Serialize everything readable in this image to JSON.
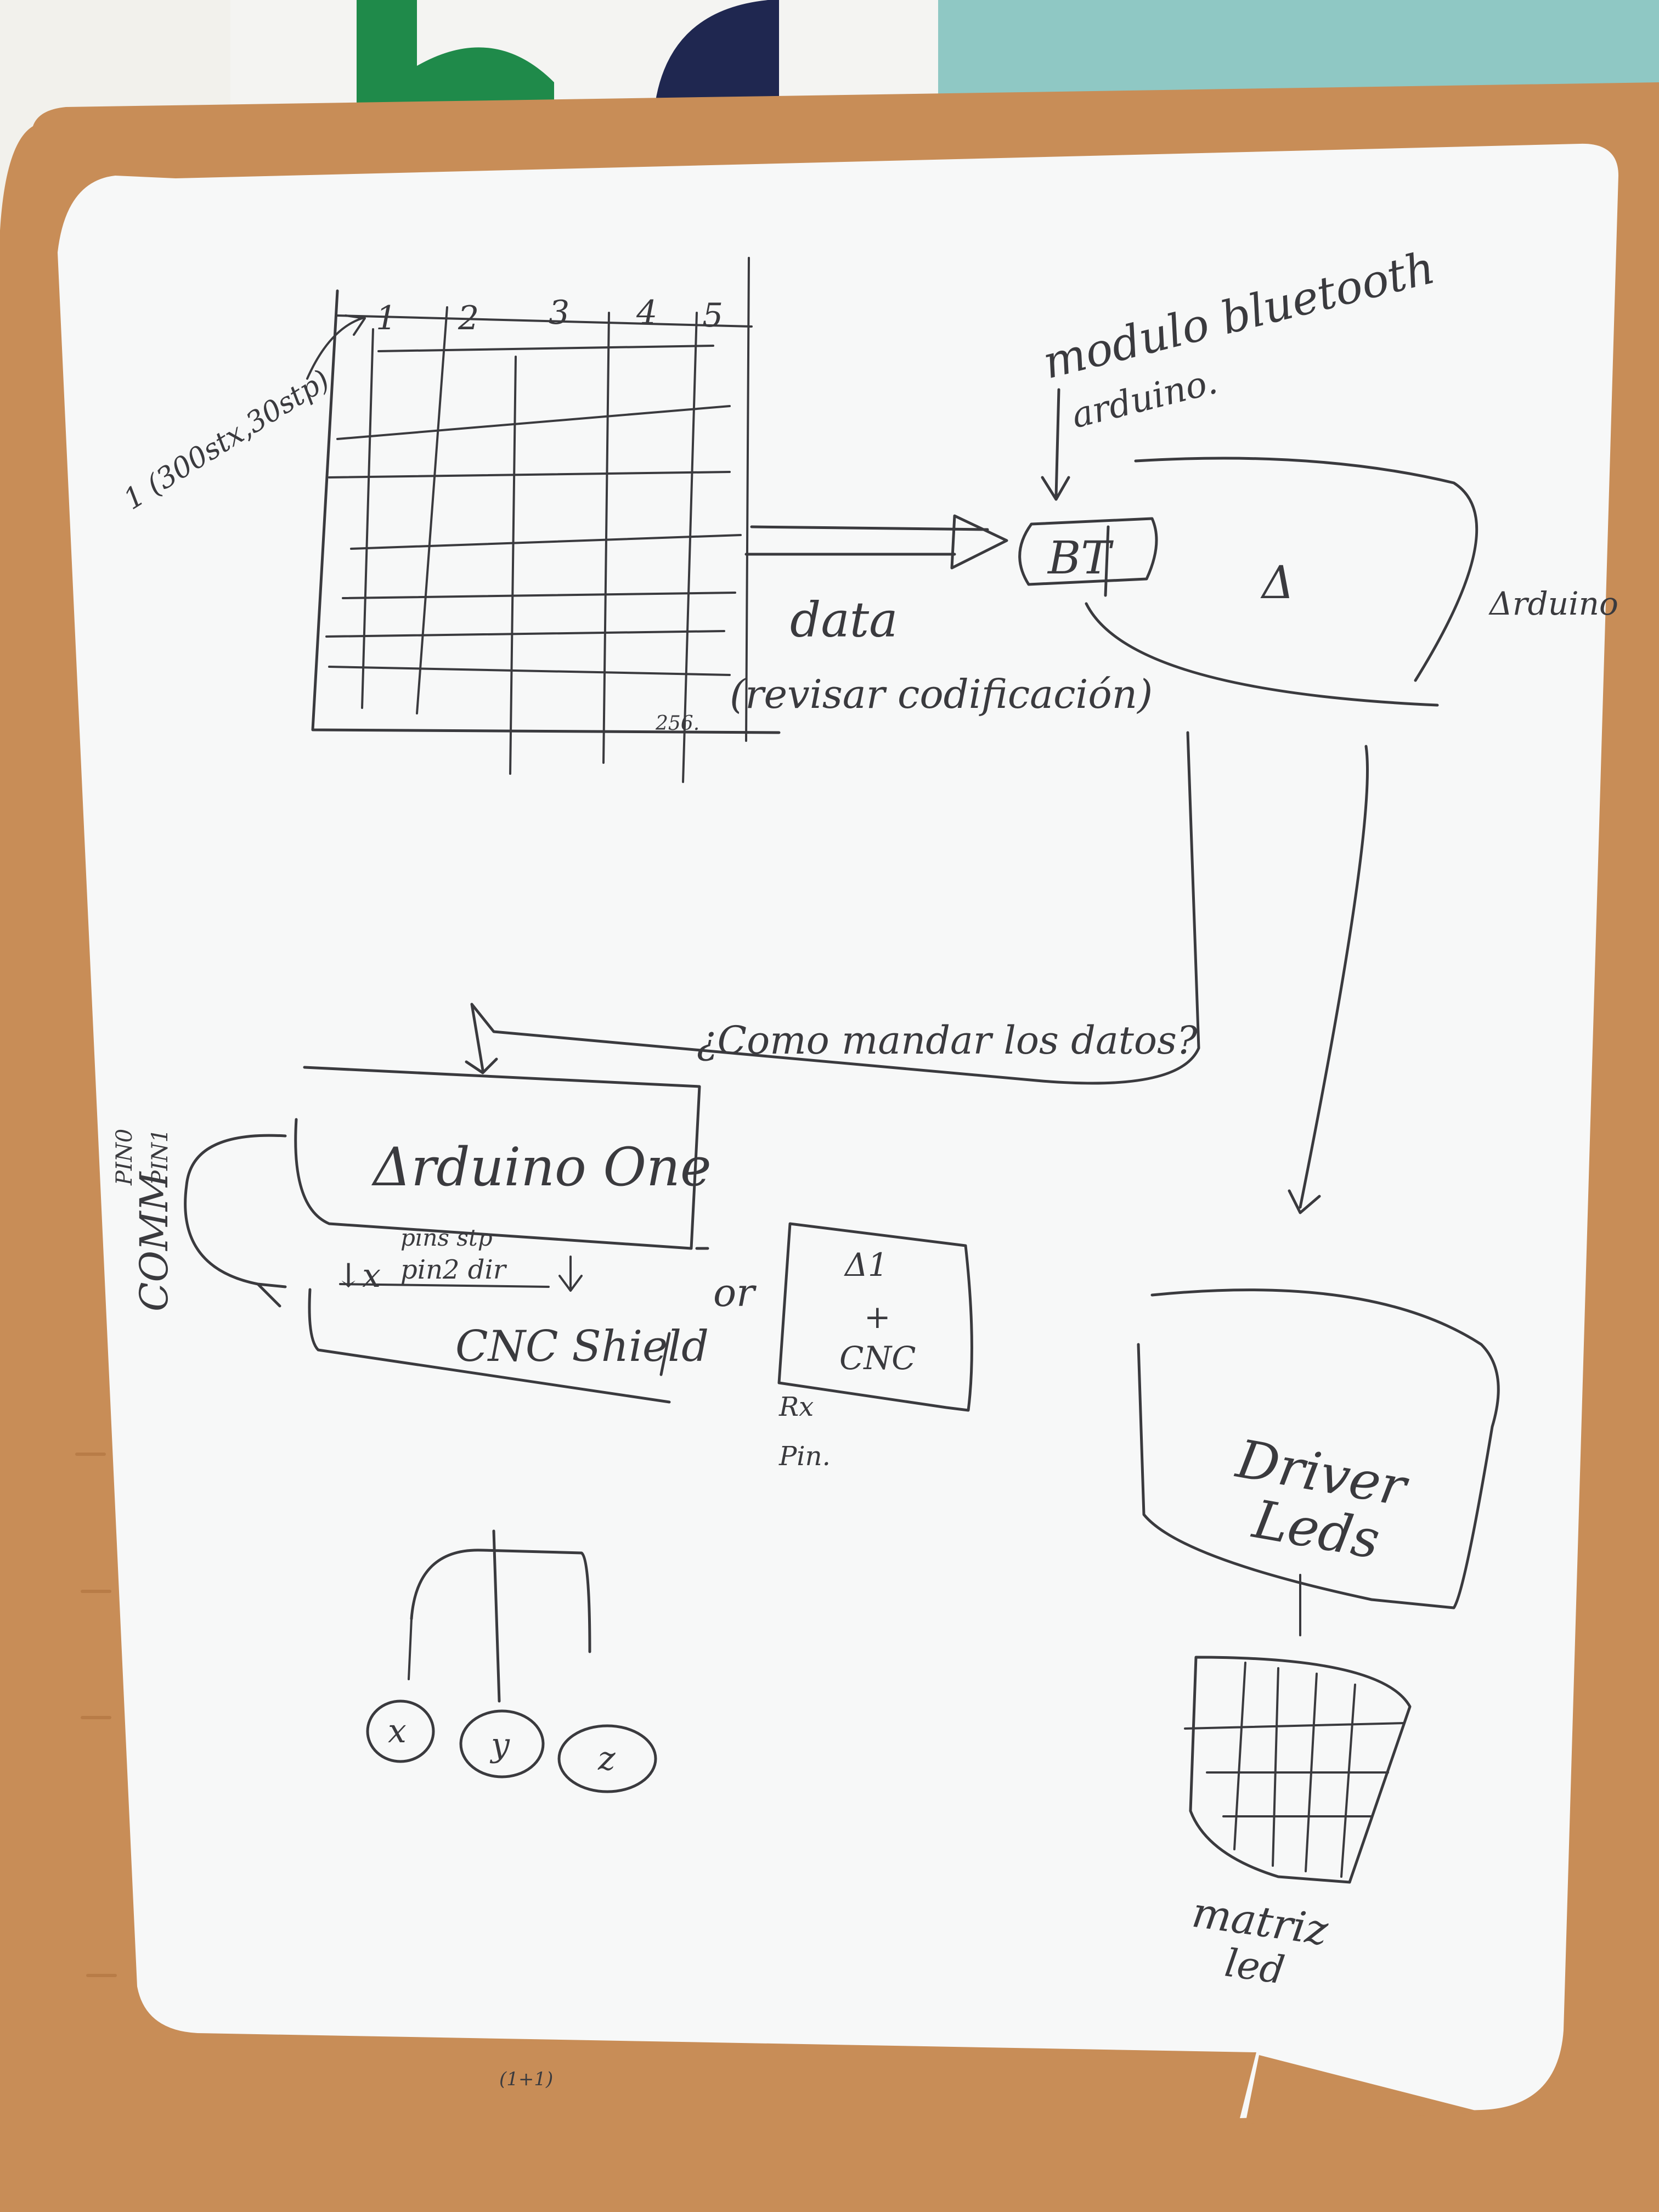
{
  "colors": {
    "wall": "#f2f1ec",
    "wood_frame": "#c88d57",
    "whiteboard": "#f7f8f8",
    "marker_ink": "#3a3a3e",
    "poster_green": "#1f8a4a",
    "poster_navy": "#1f2750",
    "poster_teal": "#8fc8c4"
  },
  "diagram": {
    "grid_column_numbers": [
      "1",
      "2",
      "3",
      "4",
      "5"
    ],
    "grid_first_cell_label": "1 (300stx,30stp)",
    "grid_row_count_label": "256.",
    "bluetooth_module_label_line1": "modulo bluetooth",
    "bluetooth_module_label_line2": "arduino.",
    "bt_box_label": "BT",
    "arduino_triangle": "Δ",
    "arduino_label": "Δrduino",
    "data_label": "data",
    "data_note": "(revisar codificación)",
    "send_question": "¿Como mandar los datos?",
    "arduino_one_label": "Δrduino One",
    "pins_step_label": "pins stp",
    "pins_dir_label": "pin2 dir",
    "x_marker": "↓x",
    "cnc_shield_label": "CNC Shield",
    "comm_label": "COMM",
    "pin0_label": "PIN0",
    "pin1_label": "PIN1",
    "or_label": "or",
    "alt_box_line1": "Δ1",
    "alt_box_line2": "+",
    "alt_box_line3": "CNC",
    "rx_label": "Rx",
    "pin_label": "Pin.",
    "axis_x": "x",
    "axis_y": "y",
    "axis_z": "z",
    "driver_leds_line1": "Driver",
    "driver_leds_line2": "Leds",
    "matrix_led_line1": "matriz",
    "matrix_led_line2": "led",
    "frame_mark": "(1+1)"
  }
}
